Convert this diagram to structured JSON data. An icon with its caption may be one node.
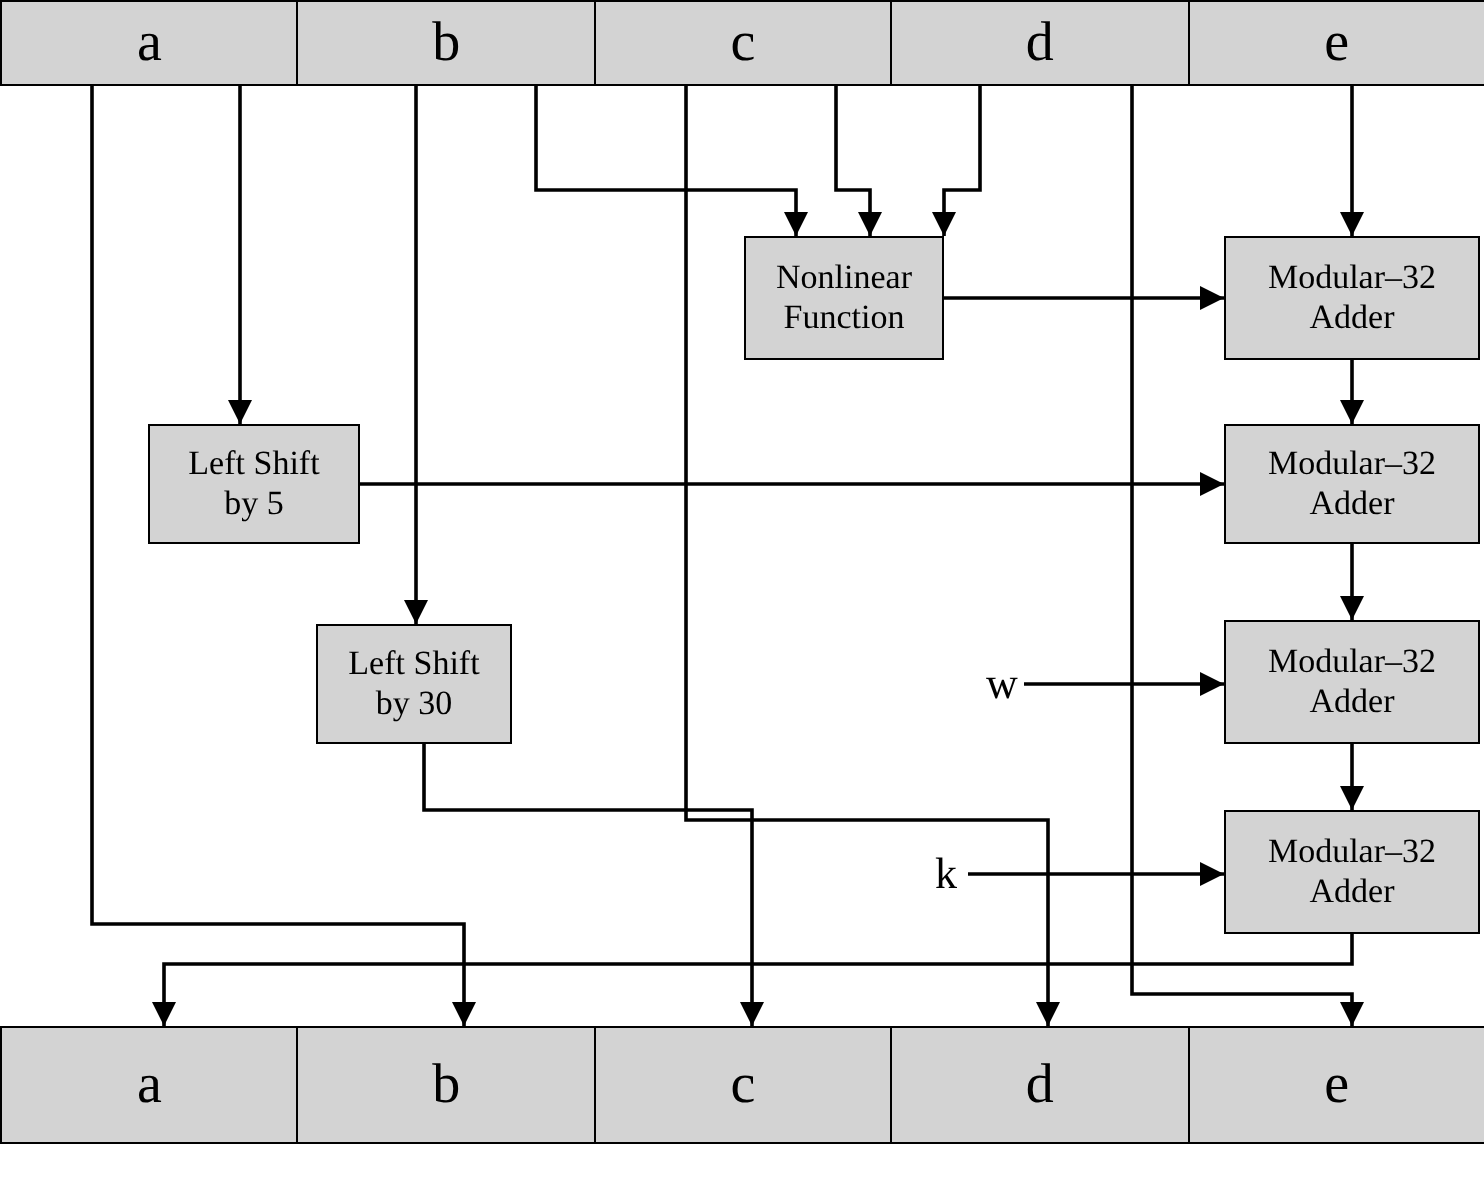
{
  "diagram": {
    "nodes": [
      {
        "text": [
          "a"
        ]
      },
      {
        "text": [
          "b"
        ]
      },
      {
        "text": [
          "c"
        ]
      },
      {
        "text": [
          "d"
        ]
      },
      {
        "text": [
          "e"
        ]
      },
      {
        "text": [
          "Nonlinear Function"
        ]
      },
      {
        "text": [
          "Modular–32 Adder"
        ]
      },
      {
        "text": [
          "Left Shift by 5"
        ]
      },
      {
        "text": [
          "Modular–32 Adder"
        ]
      },
      {
        "text": [
          "Left Shift by 30"
        ]
      },
      {
        "text": [
          "Modular–32 Adder"
        ]
      },
      {
        "text": [
          "w"
        ]
      },
      {
        "text": [
          "Modular–32 Adder"
        ]
      },
      {
        "text": [
          "k"
        ]
      },
      {
        "text": [
          "a"
        ]
      },
      {
        "text": [
          "b"
        ]
      },
      {
        "text": [
          "c"
        ]
      },
      {
        "text": [
          "d"
        ]
      },
      {
        "text": [
          "e"
        ]
      }
    ],
    "edges": [
      {
        "from": 1,
        "to": 5,
        "arrow": "to"
      },
      {
        "from": 2,
        "to": 5,
        "arrow": "to"
      },
      {
        "from": 3,
        "to": 5,
        "arrow": "to"
      },
      {
        "from": 4,
        "to": 6,
        "arrow": "to"
      },
      {
        "from": 5,
        "to": 6,
        "arrow": "to"
      },
      {
        "from": 0,
        "to": 7,
        "arrow": "to"
      },
      {
        "from": 1,
        "to": 9,
        "arrow": "to"
      },
      {
        "from": 7,
        "to": 8,
        "arrow": "to"
      },
      {
        "from": 6,
        "to": 8,
        "arrow": "to"
      },
      {
        "from": 8,
        "to": 10,
        "arrow": "to"
      },
      {
        "from": 11,
        "to": 10,
        "arrow": "to"
      },
      {
        "from": 10,
        "to": 12,
        "arrow": "to"
      },
      {
        "from": 13,
        "to": 12,
        "arrow": "to"
      },
      {
        "from": 0,
        "to": 15,
        "arrow": "to"
      },
      {
        "from": 9,
        "to": 16,
        "arrow": "to"
      },
      {
        "from": 2,
        "to": 17,
        "arrow": "to"
      },
      {
        "from": 3,
        "to": 18,
        "arrow": "to"
      },
      {
        "from": 12,
        "to": 14,
        "arrow": "to"
      }
    ]
  }
}
